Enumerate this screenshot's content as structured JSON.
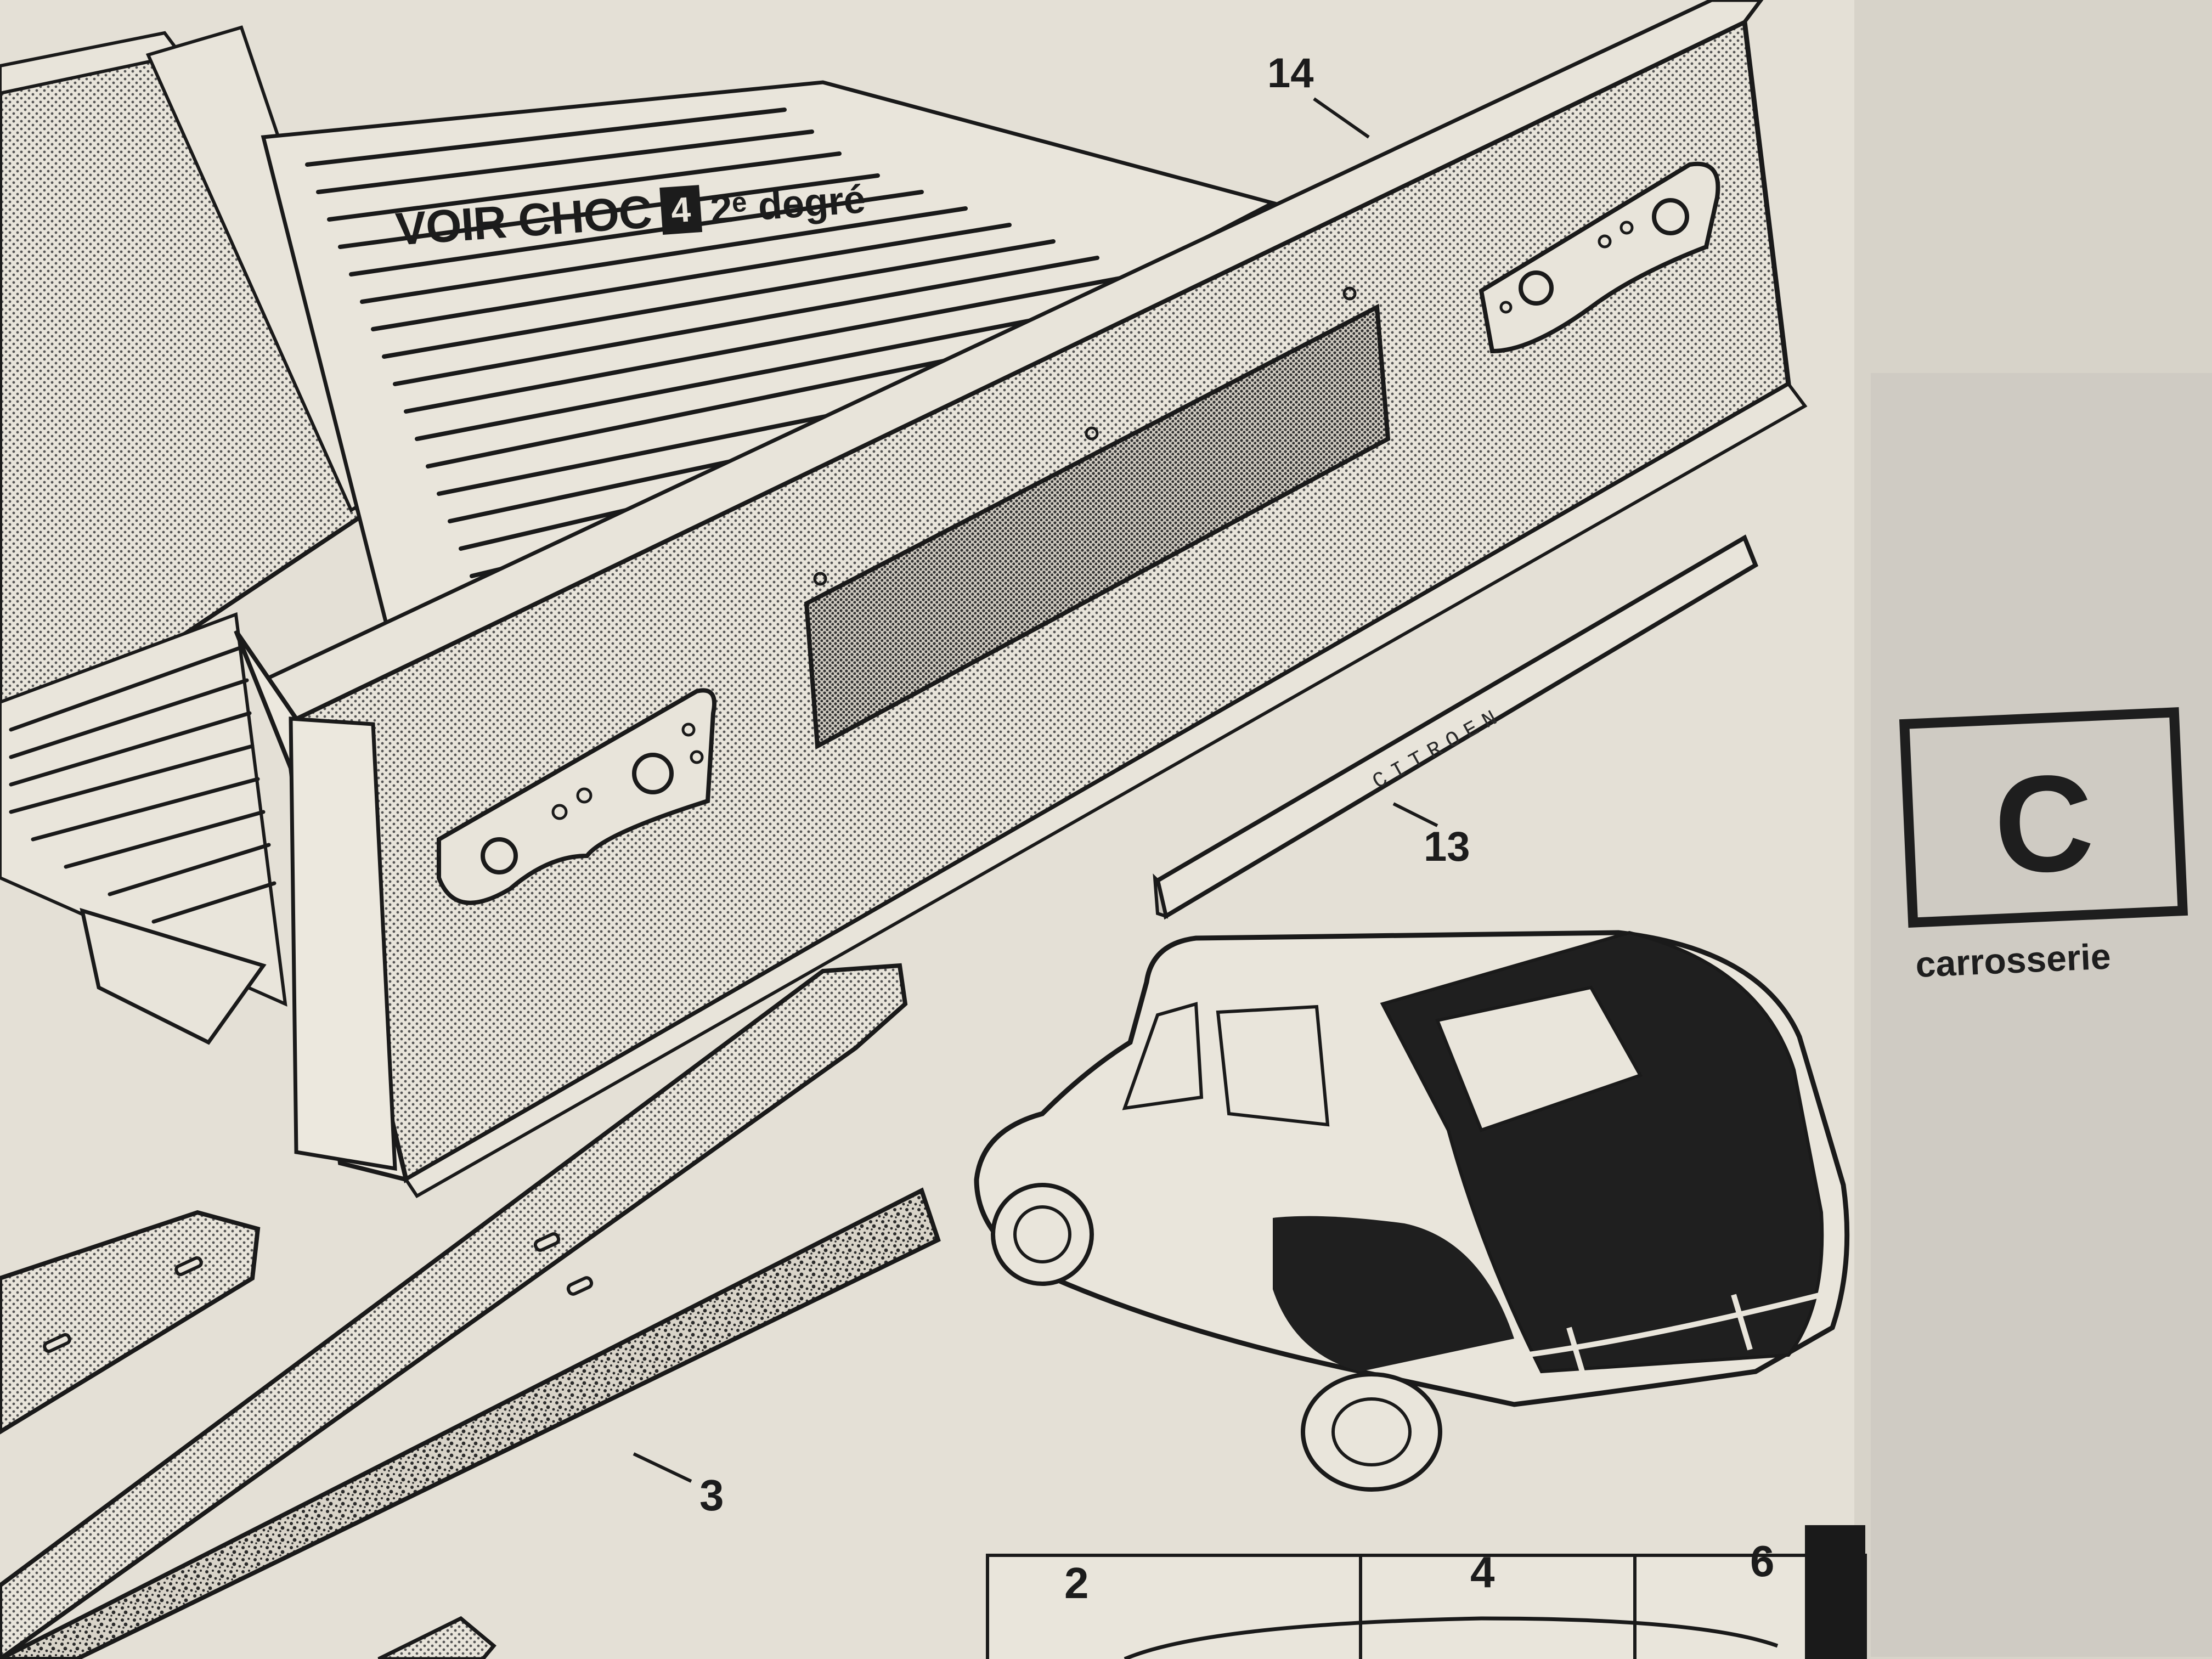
{
  "callouts": {
    "part_14": "14",
    "part_13": "13",
    "part_3": "3"
  },
  "reference_note": {
    "text": "VOIR CHOC",
    "box_number": "4",
    "degree": "2ᵉ degré"
  },
  "brand_badge": "CITROEN",
  "section": {
    "letter": "C",
    "caption": "carrosserie"
  },
  "index_grid": {
    "labels": [
      "2",
      "4",
      "6"
    ]
  }
}
